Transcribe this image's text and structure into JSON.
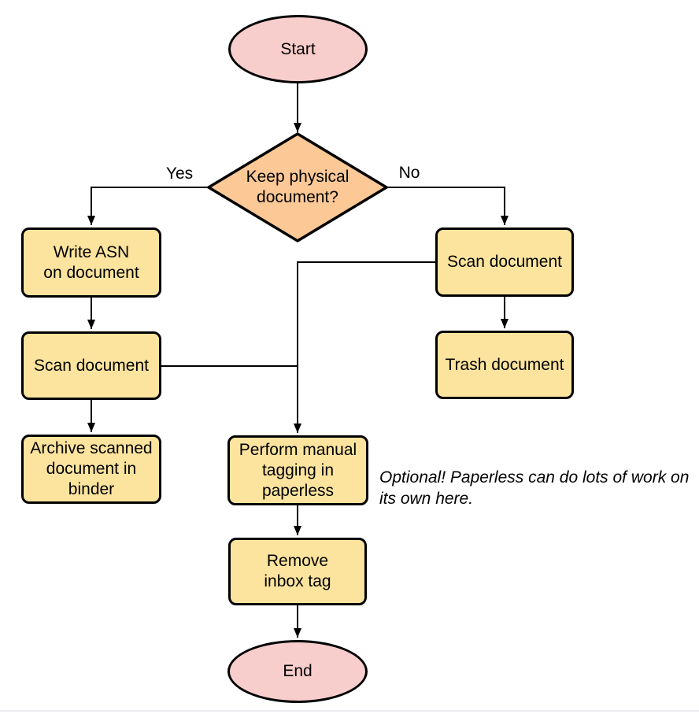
{
  "diagram": {
    "kind": "flowchart",
    "nodes": {
      "start": {
        "label": "Start",
        "shape": "ellipse"
      },
      "decision": {
        "label": "Keep physical\ndocument?",
        "shape": "diamond"
      },
      "write_asn": {
        "label": "Write ASN\non document",
        "shape": "rounded-rect"
      },
      "scan_left": {
        "label": "Scan document",
        "shape": "rounded-rect"
      },
      "archive": {
        "label": "Archive scanned\ndocument in\nbinder",
        "shape": "rounded-rect"
      },
      "scan_right": {
        "label": "Scan document",
        "shape": "rounded-rect"
      },
      "trash": {
        "label": "Trash document",
        "shape": "rounded-rect"
      },
      "tagging": {
        "label": "Perform manual\ntagging in\npaperless",
        "shape": "rounded-rect"
      },
      "remove_inbox": {
        "label": "Remove\ninbox tag",
        "shape": "rounded-rect"
      },
      "end": {
        "label": "End",
        "shape": "ellipse"
      }
    },
    "edge_labels": {
      "yes": "Yes",
      "no": "No"
    },
    "edges": [
      {
        "from": "start",
        "to": "decision",
        "label": ""
      },
      {
        "from": "decision",
        "to": "write_asn",
        "label": "Yes"
      },
      {
        "from": "decision",
        "to": "scan_right",
        "label": "No"
      },
      {
        "from": "write_asn",
        "to": "scan_left",
        "label": ""
      },
      {
        "from": "scan_left",
        "to": "archive",
        "label": ""
      },
      {
        "from": "scan_left",
        "to": "tagging",
        "label": ""
      },
      {
        "from": "scan_right",
        "to": "trash",
        "label": ""
      },
      {
        "from": "scan_right",
        "to": "tagging",
        "label": ""
      },
      {
        "from": "tagging",
        "to": "remove_inbox",
        "label": ""
      },
      {
        "from": "remove_inbox",
        "to": "end",
        "label": ""
      }
    ],
    "annotation": {
      "text": "Optional! Paperless can do lots of work on\nits own here."
    },
    "colors": {
      "terminal": "#F8CECC",
      "decision": "#FBC896",
      "process": "#FCE49E",
      "stroke": "#000000",
      "divider": "#ECECF0"
    }
  }
}
